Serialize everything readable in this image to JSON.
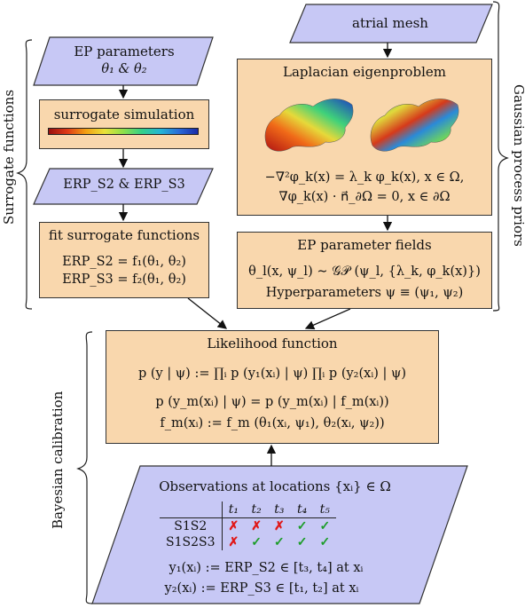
{
  "diagram": {
    "side_labels": {
      "surrogate_functions": "Surrogate functions",
      "gaussian_process_priors": "Gaussian process priors",
      "bayesian_calibration": "Bayesian calibration"
    },
    "left_column": {
      "ep_parameters": {
        "line1": "EP parameters",
        "line2": "θ₁  &  θ₂"
      },
      "surrogate_simulation": "surrogate simulation",
      "erp_inputs": "ERP_S2 & ERP_S3",
      "fit_surrogate": {
        "title": "fit surrogate functions",
        "eq1": "ERP_S2 = f₁(θ₁, θ₂)",
        "eq2": "ERP_S3 = f₂(θ₁, θ₂)"
      }
    },
    "right_column": {
      "atrial_mesh": "atrial mesh",
      "laplacian": {
        "title": "Laplacian eigenproblem",
        "eq1": "−∇²φ_k(x) = λ_k φ_k(x),    x ∈ Ω,",
        "eq2": "∇φ_k(x) · n⃗_∂Ω = 0,        x ∈ ∂Ω"
      },
      "ep_fields": {
        "title": "EP parameter fields",
        "eq1": "θ_l(x, ψ_l) ∼ 𝒢𝒫 (ψ_l, {λ_k, φ_k(x)})",
        "eq2": "Hyperparameters ψ ≡ (ψ₁, ψ₂)"
      }
    },
    "likelihood": {
      "title": "Likelihood function",
      "eq1": "p (y | ψ) := ∏ᵢ p (y₁(xᵢ) | ψ) ∏ᵢ p (y₂(xᵢ) | ψ)",
      "eq2": "p (y_m(xᵢ) | ψ) = p (y_m(xᵢ) | f_m(xᵢ))",
      "eq3": "f_m(xᵢ) := f_m (θ₁(xᵢ, ψ₁), θ₂(xᵢ, ψ₂))"
    },
    "observations": {
      "title": "Observations at locations {xᵢ} ∈ Ω",
      "columns": [
        "t₁",
        "t₂",
        "t₃",
        "t₄",
        "t₅"
      ],
      "rows": [
        {
          "label": "S1S2",
          "marks": [
            "✗",
            "✗",
            "✗",
            "✓",
            "✓"
          ]
        },
        {
          "label": "S1S2S3",
          "marks": [
            "✗",
            "✓",
            "✓",
            "✓",
            "✓"
          ]
        }
      ],
      "eq1": "y₁(xᵢ) := ERP_S2 ∈ [t₃, t₄] at xᵢ",
      "eq2": "y₂(xᵢ) := ERP_S3 ∈ [t₁, t₂] at xᵢ"
    },
    "colors": {
      "box_orange": "#f9d7ad",
      "box_blue": "#c7c8f5",
      "cross": "#e01818",
      "check": "#1d9d2a"
    }
  }
}
